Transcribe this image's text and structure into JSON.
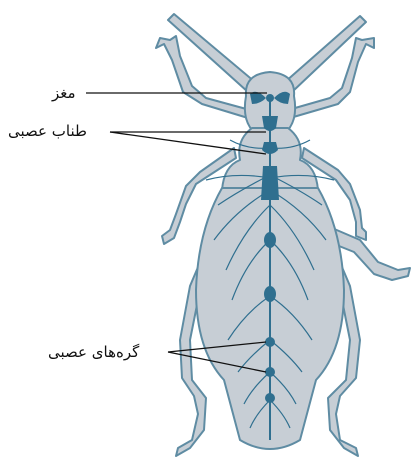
{
  "diagram": {
    "colors": {
      "body_fill": "#c7ced5",
      "body_outline": "#5f8ca3",
      "nerve": "#2f6f8f",
      "leader_line": "#111111"
    },
    "labels": {
      "brain": "مغز",
      "nerve_cord": "طناب عصبی",
      "ganglia": "گره‌های عصبی"
    }
  }
}
